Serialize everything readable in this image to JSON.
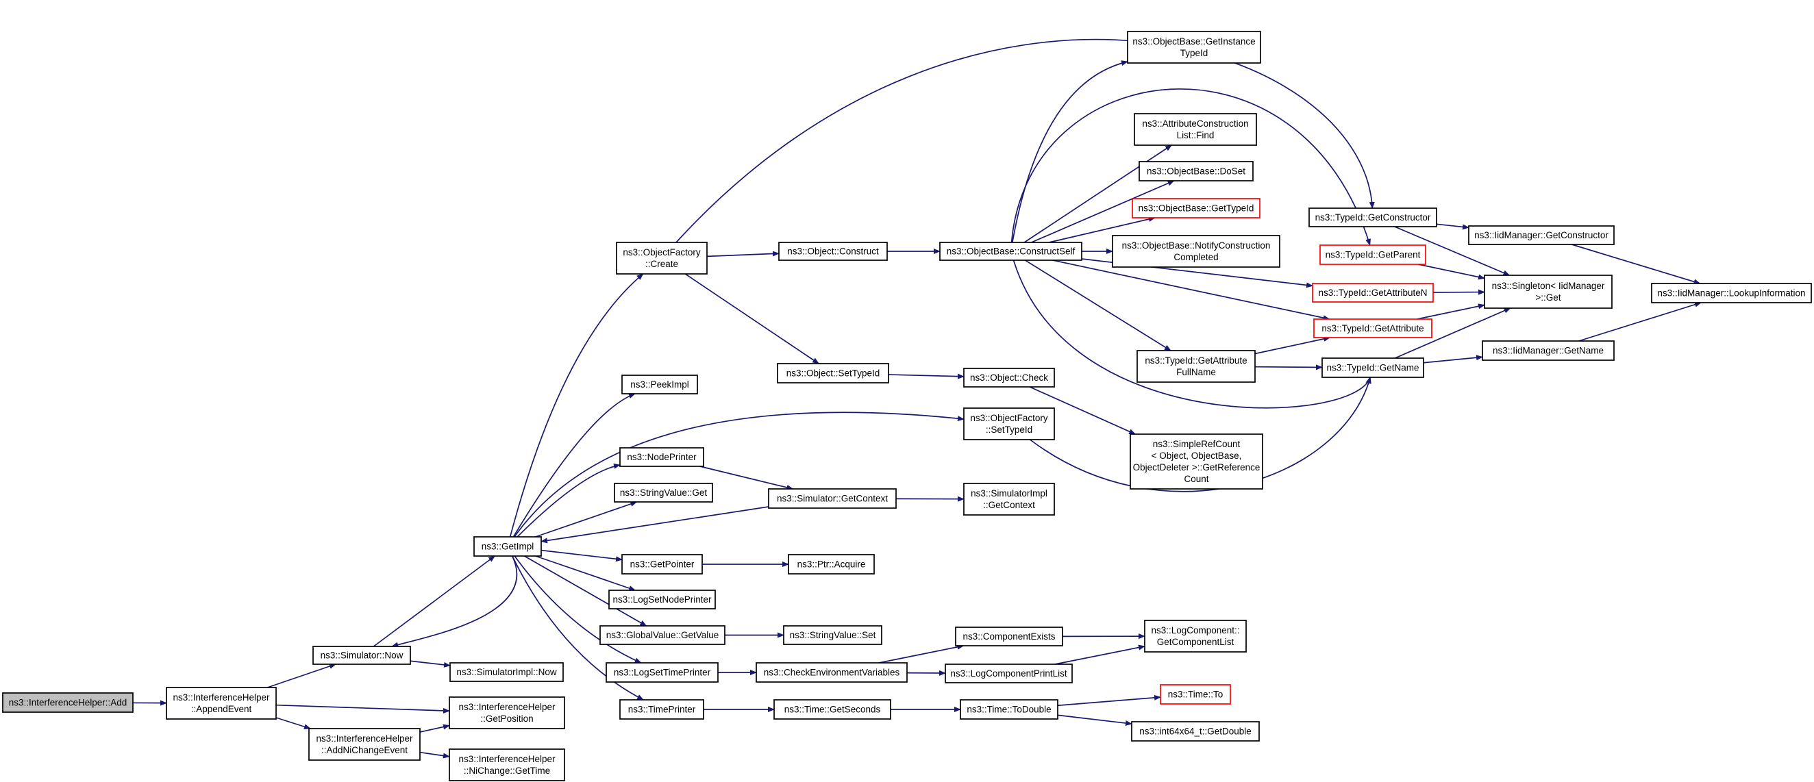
{
  "colors": {
    "edge": "#191970",
    "border": "#000000",
    "highlight_border": "#ff0000",
    "root_fill": "#bfbfbf",
    "node_fill": "#ffffff"
  },
  "nodes": [
    {
      "id": "n_add",
      "lines": [
        "ns3::InterferenceHelper::Add"
      ],
      "style": "root"
    },
    {
      "id": "n_append",
      "lines": [
        "ns3::InterferenceHelper",
        "::AppendEvent"
      ]
    },
    {
      "id": "n_now",
      "lines": [
        "ns3::Simulator::Now"
      ]
    },
    {
      "id": "n_addni",
      "lines": [
        "ns3::InterferenceHelper",
        "::AddNiChangeEvent"
      ]
    },
    {
      "id": "n_implnow",
      "lines": [
        "ns3::SimulatorImpl::Now"
      ]
    },
    {
      "id": "n_getpos",
      "lines": [
        "ns3::InterferenceHelper",
        "::GetPosition"
      ]
    },
    {
      "id": "n_nigettime",
      "lines": [
        "ns3::InterferenceHelper",
        "::NiChange::GetTime"
      ]
    },
    {
      "id": "n_getimpl",
      "lines": [
        "ns3::GetImpl"
      ]
    },
    {
      "id": "n_ofcreate",
      "lines": [
        "ns3::ObjectFactory",
        "::Create"
      ]
    },
    {
      "id": "n_peekimpl",
      "lines": [
        "ns3::PeekImpl"
      ]
    },
    {
      "id": "n_nodeprinter",
      "lines": [
        "ns3::NodePrinter"
      ]
    },
    {
      "id": "n_strget",
      "lines": [
        "ns3::StringValue::Get"
      ]
    },
    {
      "id": "n_getpointer",
      "lines": [
        "ns3::GetPointer"
      ]
    },
    {
      "id": "n_logsetnode",
      "lines": [
        "ns3::LogSetNodePrinter"
      ]
    },
    {
      "id": "n_gvget",
      "lines": [
        "ns3::GlobalValue::GetValue"
      ]
    },
    {
      "id": "n_logsettime",
      "lines": [
        "ns3::LogSetTimePrinter"
      ]
    },
    {
      "id": "n_timeprinter",
      "lines": [
        "ns3::TimePrinter"
      ]
    },
    {
      "id": "n_objconstruct",
      "lines": [
        "ns3::Object::Construct"
      ]
    },
    {
      "id": "n_objsettypeid",
      "lines": [
        "ns3::Object::SetTypeId"
      ]
    },
    {
      "id": "n_ofsettypeid",
      "lines": [
        "ns3::ObjectFactory",
        "::SetTypeId"
      ]
    },
    {
      "id": "n_simgetctx",
      "lines": [
        "ns3::Simulator::GetContext"
      ]
    },
    {
      "id": "n_ptracquire",
      "lines": [
        "ns3::Ptr::Acquire"
      ]
    },
    {
      "id": "n_strset",
      "lines": [
        "ns3::StringValue::Set"
      ]
    },
    {
      "id": "n_checkenv",
      "lines": [
        "ns3::CheckEnvironmentVariables"
      ]
    },
    {
      "id": "n_timegetsec",
      "lines": [
        "ns3::Time::GetSeconds"
      ]
    },
    {
      "id": "n_obconstructself",
      "lines": [
        "ns3::ObjectBase::ConstructSelf"
      ]
    },
    {
      "id": "n_objcheck",
      "lines": [
        "ns3::Object::Check"
      ]
    },
    {
      "id": "n_implgetctx",
      "lines": [
        "ns3::SimulatorImpl",
        "::GetContext"
      ]
    },
    {
      "id": "n_compexists",
      "lines": [
        "ns3::ComponentExists"
      ]
    },
    {
      "id": "n_logcompprint",
      "lines": [
        "ns3::LogComponentPrintList"
      ]
    },
    {
      "id": "n_timetodouble",
      "lines": [
        "ns3::Time::ToDouble"
      ]
    },
    {
      "id": "n_obgetinst",
      "lines": [
        "ns3::ObjectBase::GetInstance",
        "TypeId"
      ]
    },
    {
      "id": "n_attrfind",
      "lines": [
        "ns3::AttributeConstruction",
        "List::Find"
      ]
    },
    {
      "id": "n_obdoset",
      "lines": [
        "ns3::ObjectBase::DoSet"
      ]
    },
    {
      "id": "n_obgettypeid",
      "lines": [
        "ns3::ObjectBase::GetTypeId"
      ],
      "style": "highlight"
    },
    {
      "id": "n_obnotify",
      "lines": [
        "ns3::ObjectBase::NotifyConstruction",
        "Completed"
      ]
    },
    {
      "id": "n_tidgetattrfull",
      "lines": [
        "ns3::TypeId::GetAttribute",
        "FullName"
      ]
    },
    {
      "id": "n_simplerefcount",
      "lines": [
        "ns3::SimpleRefCount",
        "< Object, ObjectBase,",
        "ObjectDeleter >::GetReference",
        "Count"
      ]
    },
    {
      "id": "n_logcompgetlist",
      "lines": [
        "ns3::LogComponent::",
        "GetComponentList"
      ]
    },
    {
      "id": "n_timeto",
      "lines": [
        "ns3::Time::To"
      ],
      "style": "highlight"
    },
    {
      "id": "n_int64getdouble",
      "lines": [
        "ns3::int64x64_t::GetDouble"
      ]
    },
    {
      "id": "n_tidgetctor",
      "lines": [
        "ns3::TypeId::GetConstructor"
      ]
    },
    {
      "id": "n_tidgetparent",
      "lines": [
        "ns3::TypeId::GetParent"
      ],
      "style": "highlight"
    },
    {
      "id": "n_tidgetattrn",
      "lines": [
        "ns3::TypeId::GetAttributeN"
      ],
      "style": "highlight"
    },
    {
      "id": "n_tidgetattr",
      "lines": [
        "ns3::TypeId::GetAttribute"
      ],
      "style": "highlight"
    },
    {
      "id": "n_tidgetname",
      "lines": [
        "ns3::TypeId::GetName"
      ]
    },
    {
      "id": "n_iidgetctor",
      "lines": [
        "ns3::IidManager::GetConstructor"
      ]
    },
    {
      "id": "n_singletonget",
      "lines": [
        "ns3::Singleton< IidManager",
        " >::Get"
      ]
    },
    {
      "id": "n_iidgetname",
      "lines": [
        "ns3::IidManager::GetName"
      ]
    },
    {
      "id": "n_iidlookup",
      "lines": [
        "ns3::IidManager::LookupInformation"
      ]
    }
  ],
  "edges": [
    [
      "n_add",
      "n_append"
    ],
    [
      "n_append",
      "n_now"
    ],
    [
      "n_append",
      "n_getpos"
    ],
    [
      "n_append",
      "n_addni"
    ],
    [
      "n_addni",
      "n_getpos"
    ],
    [
      "n_addni",
      "n_nigettime"
    ],
    [
      "n_now",
      "n_getimpl"
    ],
    [
      "n_now",
      "n_implnow"
    ],
    [
      "n_getimpl",
      "n_ofcreate"
    ],
    [
      "n_getimpl",
      "n_peekimpl"
    ],
    [
      "n_getimpl",
      "n_ofsettypeid"
    ],
    [
      "n_getimpl",
      "n_nodeprinter"
    ],
    [
      "n_getimpl",
      "n_strget"
    ],
    [
      "n_getimpl",
      "n_getpointer"
    ],
    [
      "n_getimpl",
      "n_logsetnode"
    ],
    [
      "n_getimpl",
      "n_gvget"
    ],
    [
      "n_getimpl",
      "n_logsettime"
    ],
    [
      "n_getimpl",
      "n_timeprinter"
    ],
    [
      "n_getimpl",
      "n_now"
    ],
    [
      "n_simgetctx",
      "n_getimpl"
    ],
    [
      "n_nodeprinter",
      "n_simgetctx"
    ],
    [
      "n_simgetctx",
      "n_implgetctx"
    ],
    [
      "n_getpointer",
      "n_ptracquire"
    ],
    [
      "n_gvget",
      "n_strset"
    ],
    [
      "n_logsettime",
      "n_checkenv"
    ],
    [
      "n_timeprinter",
      "n_timegetsec"
    ],
    [
      "n_checkenv",
      "n_compexists"
    ],
    [
      "n_checkenv",
      "n_logcompprint"
    ],
    [
      "n_compexists",
      "n_logcompgetlist"
    ],
    [
      "n_logcompprint",
      "n_logcompgetlist"
    ],
    [
      "n_timegetsec",
      "n_timetodouble"
    ],
    [
      "n_timetodouble",
      "n_timeto"
    ],
    [
      "n_timetodouble",
      "n_int64getdouble"
    ],
    [
      "n_ofcreate",
      "n_objconstruct"
    ],
    [
      "n_ofcreate",
      "n_objsettypeid"
    ],
    [
      "n_ofcreate",
      "n_tidgetctor"
    ],
    [
      "n_objconstruct",
      "n_obconstructself"
    ],
    [
      "n_objsettypeid",
      "n_objcheck"
    ],
    [
      "n_objcheck",
      "n_simplerefcount"
    ],
    [
      "n_ofsettypeid",
      "n_tidgetname"
    ],
    [
      "n_obconstructself",
      "n_obgetinst"
    ],
    [
      "n_obconstructself",
      "n_attrfind"
    ],
    [
      "n_obconstructself",
      "n_obdoset"
    ],
    [
      "n_obconstructself",
      "n_obgettypeid"
    ],
    [
      "n_obconstructself",
      "n_obnotify"
    ],
    [
      "n_obconstructself",
      "n_tidgetparent"
    ],
    [
      "n_obconstructself",
      "n_tidgetattrn"
    ],
    [
      "n_obconstructself",
      "n_tidgetattr"
    ],
    [
      "n_obconstructself",
      "n_tidgetattrfull"
    ],
    [
      "n_obconstructself",
      "n_tidgetname"
    ],
    [
      "n_tidgetattrfull",
      "n_tidgetattr"
    ],
    [
      "n_tidgetattrfull",
      "n_tidgetname"
    ],
    [
      "n_tidgetctor",
      "n_iidgetctor"
    ],
    [
      "n_tidgetctor",
      "n_singletonget"
    ],
    [
      "n_tidgetparent",
      "n_singletonget"
    ],
    [
      "n_tidgetattrn",
      "n_singletonget"
    ],
    [
      "n_tidgetattr",
      "n_singletonget"
    ],
    [
      "n_tidgetname",
      "n_singletonget"
    ],
    [
      "n_tidgetname",
      "n_iidgetname"
    ],
    [
      "n_iidgetctor",
      "n_iidlookup"
    ],
    [
      "n_iidgetname",
      "n_iidlookup"
    ]
  ]
}
